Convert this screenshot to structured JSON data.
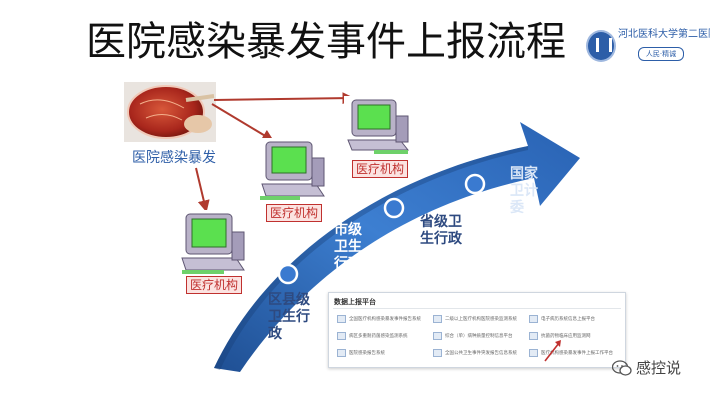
{
  "title": "医院感染暴发事件上报流程",
  "logo": {
    "text": "河北医科大学第二医院",
    "sub": "人民·精诚"
  },
  "source_node": {
    "label": "医院感染暴发"
  },
  "institutions": [
    {
      "label": "医疗机构"
    },
    {
      "label": "医疗机构"
    },
    {
      "label": "医疗机构"
    }
  ],
  "stages": [
    {
      "label": "区县级卫生行政"
    },
    {
      "label": "市级卫生行政"
    },
    {
      "label": "省级卫生行政"
    },
    {
      "label": "国家卫计委"
    }
  ],
  "platform": {
    "title": "数据上报平台",
    "items": [
      "全国医疗机构感染暴发事件报告系统",
      "二级以上医疗机构医院感染监测系统",
      "电子病历系统信息上报平台",
      "病区多重耐药菌感染监测系统",
      "综合（单）病种质量控制信息平台",
      "抗菌药物临床应用监测网",
      "医院感染报告系统",
      "全国公共卫生事件突发报告信息系统",
      "医疗机构感染暴发事件上报工作平台"
    ]
  },
  "watermark": {
    "text": "感控说"
  },
  "colors": {
    "arrow": "#2e6cc0",
    "connector": "#b03a2e",
    "institution_label": "#c0312f",
    "outbreak_label": "#2f5fa8"
  }
}
